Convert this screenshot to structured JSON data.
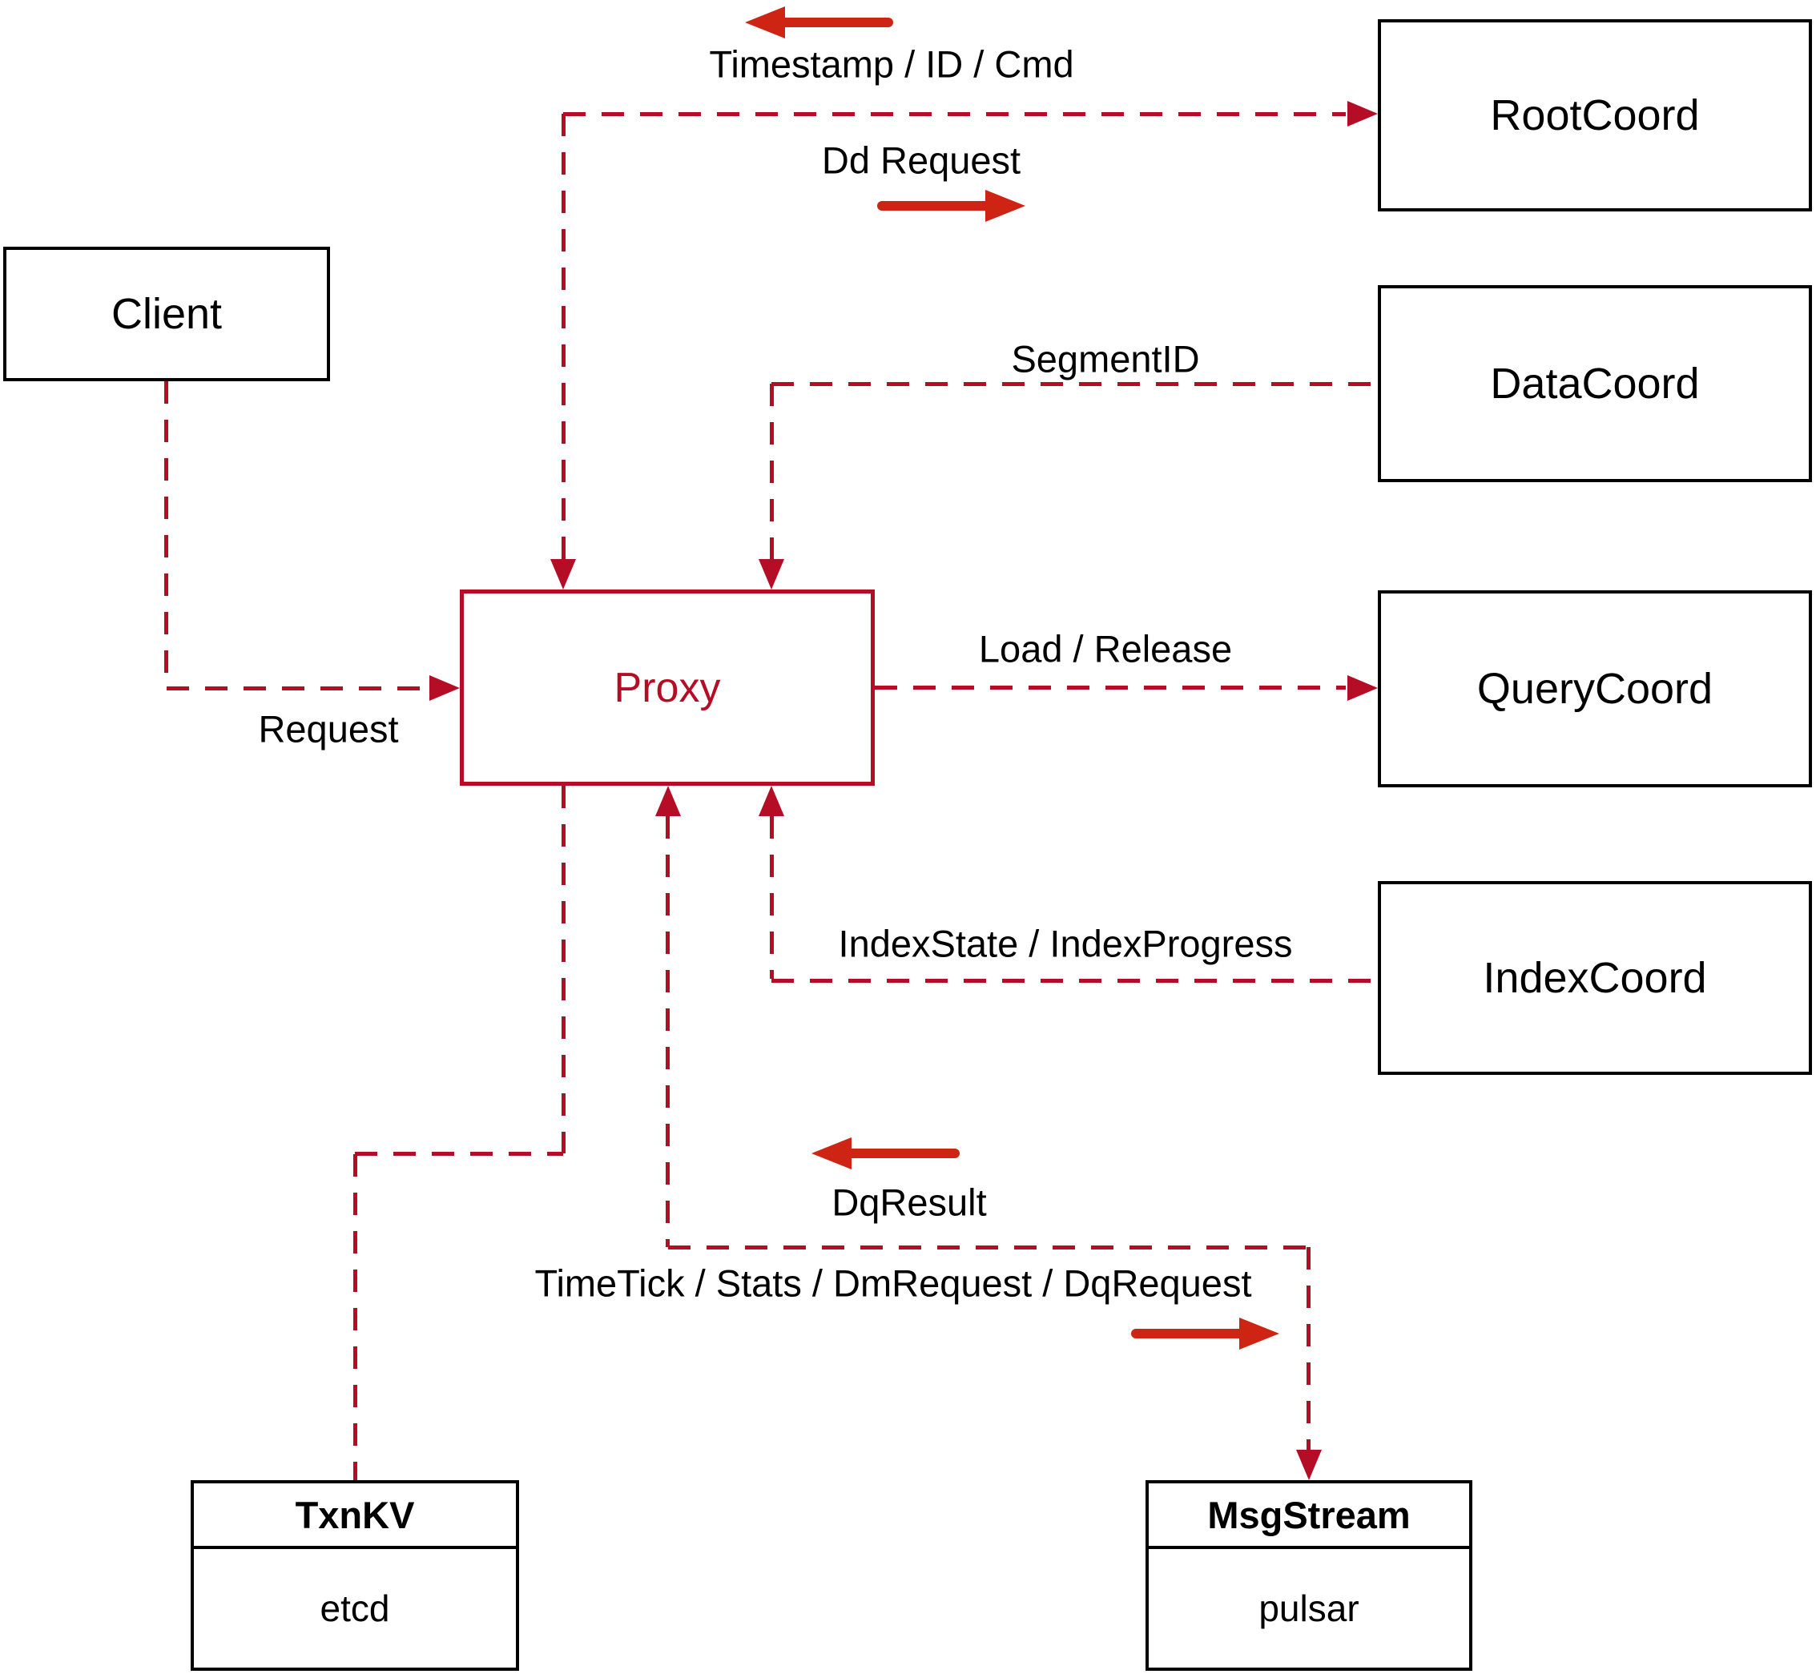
{
  "diagram": {
    "nodes": {
      "client": {
        "label": "Client"
      },
      "rootcoord": {
        "label": "RootCoord"
      },
      "datacoord": {
        "label": "DataCoord"
      },
      "querycoord": {
        "label": "QueryCoord"
      },
      "indexcoord": {
        "label": "IndexCoord"
      },
      "proxy": {
        "label": "Proxy"
      },
      "txnkv": {
        "header": "TxnKV",
        "cell": "etcd"
      },
      "msgstream": {
        "header": "MsgStream",
        "cell": "pulsar"
      }
    },
    "edges": {
      "proxy_rootcoord": {
        "label_top": "Timestamp / ID / Cmd",
        "label_bottom": "Dd Request"
      },
      "datacoord_proxy": {
        "label": "SegmentID"
      },
      "proxy_querycoord": {
        "label": "Load / Release"
      },
      "indexcoord_proxy": {
        "label": "IndexState / IndexProgress"
      },
      "client_proxy": {
        "label": "Request"
      },
      "proxy_msgstream": {
        "label_top": "DqResult",
        "label_bottom": "TimeTick / Stats / DmRequest / DqRequest"
      }
    },
    "colors": {
      "line": "#b60d26",
      "solid_arrow": "#cd2414",
      "box_border": "#000000",
      "label_text": "#000000",
      "proxy_accent": "#b60d26",
      "background": "#ffffff"
    }
  }
}
